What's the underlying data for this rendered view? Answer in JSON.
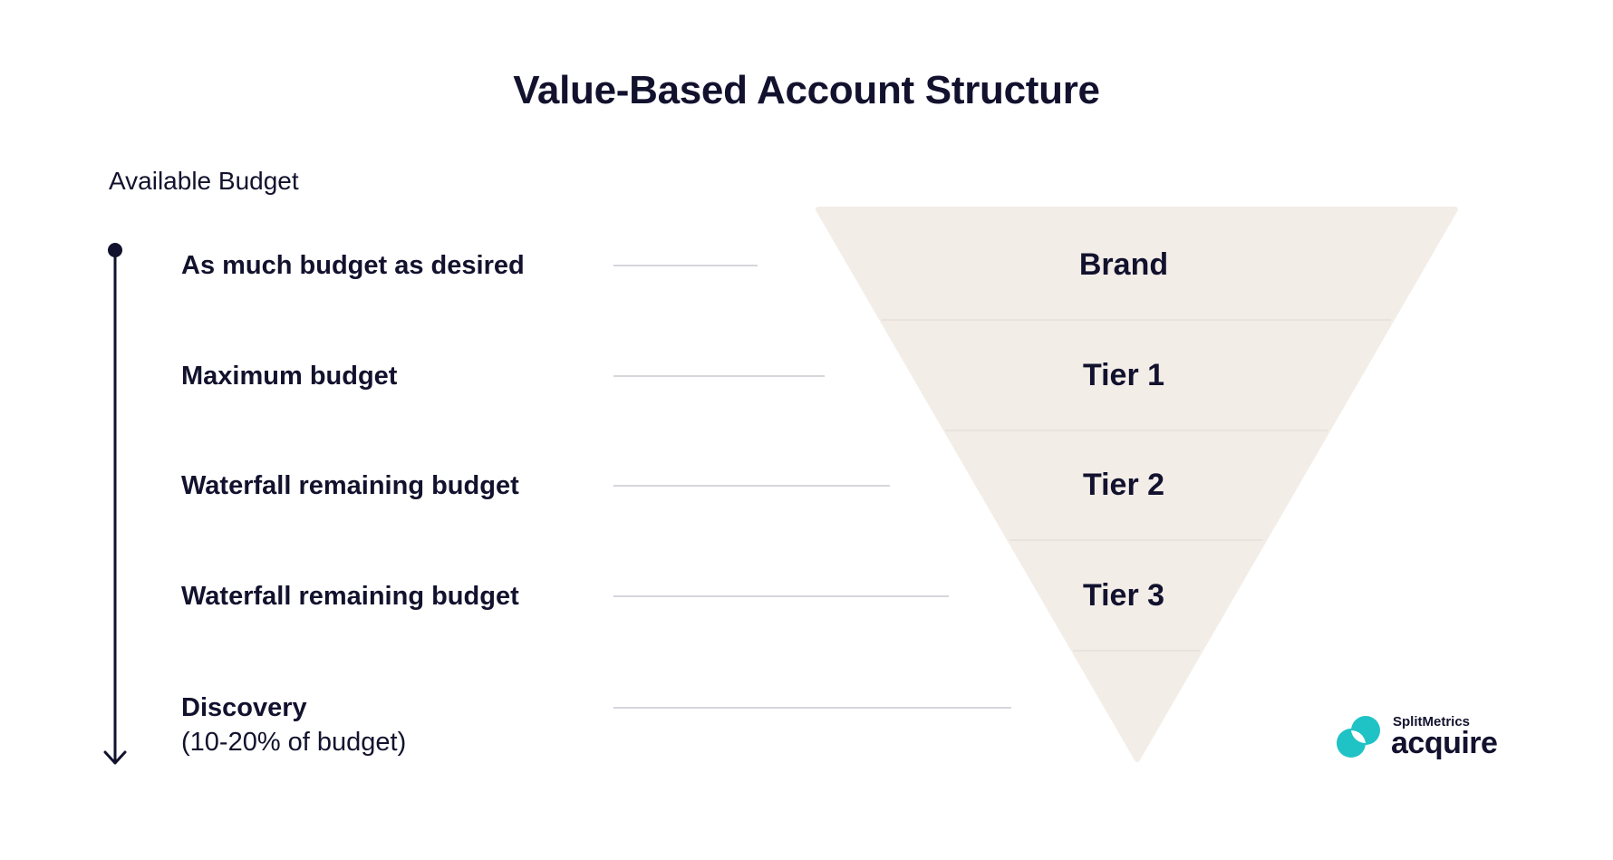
{
  "title": "Value-Based Account Structure",
  "axis": {
    "label": "Available Budget"
  },
  "budget_rows": [
    {
      "label": "As much budget as desired"
    },
    {
      "label": "Maximum budget"
    },
    {
      "label": "Waterfall remaining budget"
    },
    {
      "label": "Waterfall remaining budget"
    },
    {
      "label": "Discovery",
      "sub": "(10-20% of budget)"
    }
  ],
  "tiers": [
    {
      "label": "Brand"
    },
    {
      "label": "Tier 1"
    },
    {
      "label": "Tier 2"
    },
    {
      "label": "Tier 3"
    }
  ],
  "logo": {
    "small": "SplitMetrics",
    "big": "acquire"
  },
  "colors": {
    "text": "#12122e",
    "funnel_fill": "#f3ede8",
    "connector_line": "#d6d6dc",
    "logo_accent": "#1fc3c5"
  }
}
